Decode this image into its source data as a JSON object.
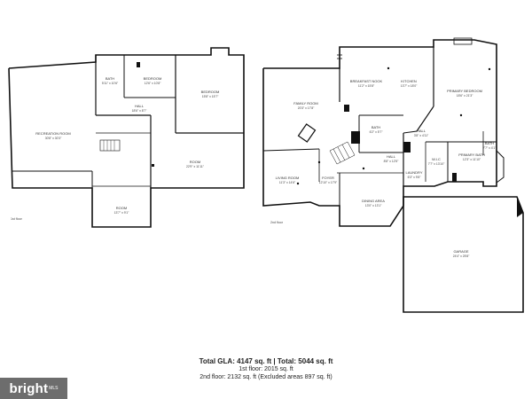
{
  "left_floor": {
    "floor_label": "1st floor",
    "rooms": [
      {
        "id": "bath",
        "name": "BATH",
        "dims": "5'11\" x 10'6\""
      },
      {
        "id": "bedroom-small",
        "name": "BEDROOM",
        "dims": "12'6\" x 10'8\""
      },
      {
        "id": "bedroom-large",
        "name": "BEDROOM",
        "dims": "15'8\" x 15'7\""
      },
      {
        "id": "hall",
        "name": "HALL",
        "dims": "18'6\" x 8'7\""
      },
      {
        "id": "recreation-room",
        "name": "RECREATION ROOM",
        "dims": "30'8\" x 30'3\""
      },
      {
        "id": "room-right",
        "name": "ROOM",
        "dims": "22'9\" x 11'11\""
      },
      {
        "id": "room-bottom",
        "name": "ROOM",
        "dims": "13'7\" x 9'1\""
      }
    ]
  },
  "right_floor": {
    "floor_label": "2nd floor",
    "rooms": [
      {
        "id": "breakfast-nook",
        "name": "BREAKFAST NOOK",
        "dims": "11'2\" x 15'8\""
      },
      {
        "id": "kitchen",
        "name": "KITCHEN",
        "dims": "13'7\" x 18'0\""
      },
      {
        "id": "primary-bedroom",
        "name": "PRIMARY BEDROOM",
        "dims": "18'6\" x 21'3\""
      },
      {
        "id": "family-room",
        "name": "FAMILY ROOM",
        "dims": "20'3\" x 17'8\""
      },
      {
        "id": "bath-upper",
        "name": "BATH",
        "dims": "6'2\" x 5'7\""
      },
      {
        "id": "hall-small",
        "name": "HALL",
        "dims": "3'8\" x 4'11\""
      },
      {
        "id": "bath-right",
        "name": "BATH",
        "dims": "7'7\" x 4'1\""
      },
      {
        "id": "primary-bath",
        "name": "PRIMARY BATH",
        "dims": "12'3\" x 11'10\""
      },
      {
        "id": "hall-main",
        "name": "HALL",
        "dims": "8'8\" x 12'5\""
      },
      {
        "id": "wic",
        "name": "W.I.C",
        "dims": "7'7\" x 13'10\""
      },
      {
        "id": "laundry",
        "name": "LAUNDRY",
        "dims": "6'3\" x 9'8\""
      },
      {
        "id": "living-room",
        "name": "LIVING ROOM",
        "dims": "11'3\" x 14'6\""
      },
      {
        "id": "foyer",
        "name": "FOYER",
        "dims": "12'10\" x 17'9\""
      },
      {
        "id": "dining-area",
        "name": "DINING AREA",
        "dims": "13'0\" x 13'1\""
      },
      {
        "id": "garage",
        "name": "GARAGE",
        "dims": "24'4\" x 25'8\""
      }
    ]
  },
  "summary": {
    "total_line": "Total GLA: 4147 sq. ft | Total: 5044 sq. ft",
    "first_floor": "1st floor: 2015 sq. ft",
    "second_floor": "2nd floor: 2132 sq. ft (Excluded areas 897 sq. ft)"
  },
  "brand": {
    "logo_text": "bright",
    "trademark": "MLS"
  },
  "colors": {
    "wall": "#111111",
    "background": "#ffffff",
    "brand_background": "#6d6d6d"
  }
}
